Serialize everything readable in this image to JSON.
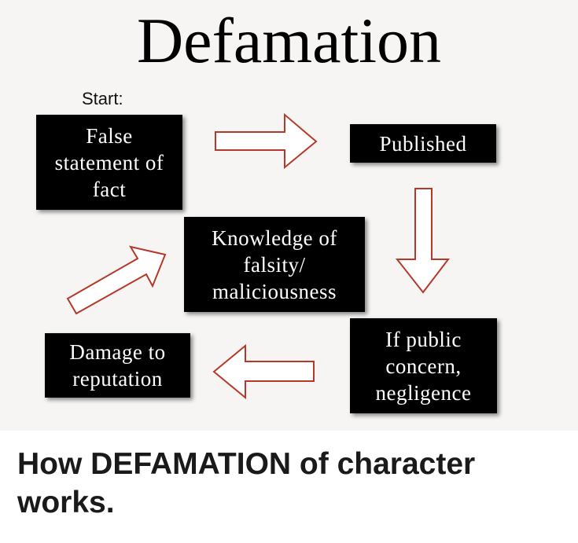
{
  "diagram": {
    "title": "Defamation",
    "start_label": "Start:",
    "steps": {
      "false_statement": "False\nstatement of\nfact",
      "published": "Published",
      "knowledge": "Knowledge of\nfalsity/\nmaliciousness",
      "public_concern": "If public\nconcern,\nnegligence",
      "damage": "Damage to\nreputation"
    },
    "arrow_icons": [
      "arrow-right-icon",
      "arrow-down-icon",
      "arrow-left-icon",
      "arrow-up-right-icon"
    ],
    "colors": {
      "box_fill": "#000000",
      "box_text": "#ffffff",
      "arrow_outline": "#b6382a"
    }
  },
  "caption": "How DEFAMATION of character works."
}
